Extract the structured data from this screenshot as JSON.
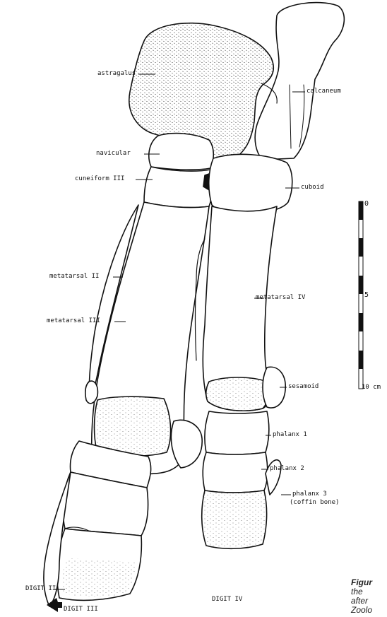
{
  "labels": {
    "astragalus": "astragalus",
    "calcaneum": "calcaneum",
    "navicular": "navicular",
    "cuneiform": "cuneiform III",
    "cuboid": "cuboid",
    "metatarsal_ii": "metatarsal II",
    "metatarsal_iii": "metatarsal III",
    "metatarsal_iv": "metatarsal IV",
    "sesamoid": "sesamoid",
    "phalanx1": "phalanx 1",
    "phalanx2": "phalanx 2",
    "phalanx3": "phalanx 3",
    "coffin_bone": "(coffin bone)",
    "digit_ii": "DIGIT II",
    "digit_iii": "DIGIT III",
    "digit_iv": "DIGIT IV"
  },
  "scale": {
    "top": "0",
    "middle": "5",
    "bottom": "10 cm"
  },
  "caption": {
    "line1": "Figur",
    "line2": "the",
    "line3": "after",
    "line4": "Zoolo"
  },
  "colors": {
    "ink": "#111111",
    "stipple": "#555555"
  }
}
